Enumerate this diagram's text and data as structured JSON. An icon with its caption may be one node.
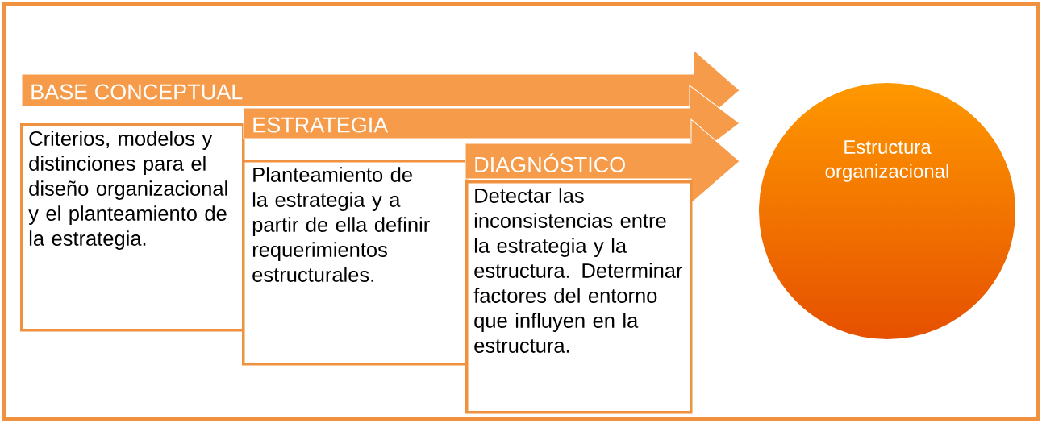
{
  "diagram": {
    "nodes": [
      {
        "text": [
          "BASE CONCEPTUAL"
        ]
      },
      {
        "text": [
          "Criterios, modelos y distinciones para el diseño organizacional y el planteamiento de la estrategia."
        ]
      },
      {
        "text": [
          "ESTRATEGIA"
        ]
      },
      {
        "text": [
          "Planteamiento de la estrategia y a partir de ella definir requerimientos estructurales."
        ]
      },
      {
        "text": [
          "DIAGNÓSTICO"
        ]
      },
      {
        "text": [
          "Detectar las inconsistencias entre la estrategia y la estructura. Determinar factores del entorno que influyen en la estructura."
        ]
      },
      {
        "text": [
          "Estructura organizacional"
        ]
      }
    ]
  }
}
